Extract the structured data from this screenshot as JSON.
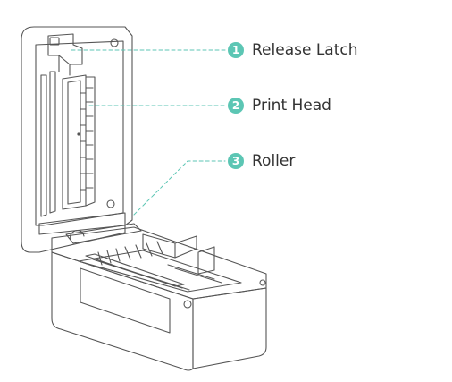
{
  "accent_color": "#5cc6b4",
  "line_color": "#555555",
  "callouts": [
    {
      "number": "1",
      "label": "Release Latch",
      "icon": "number-badge-icon"
    },
    {
      "number": "2",
      "label": "Print Head",
      "icon": "number-badge-icon"
    },
    {
      "number": "3",
      "label": "Roller",
      "icon": "number-badge-icon"
    }
  ]
}
